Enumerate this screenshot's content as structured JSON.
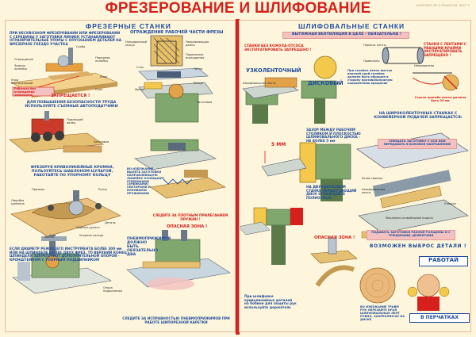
{
  "title": "ФРЕЗЕРОВАНИЕ И ШЛИФОВАНИЕ",
  "corner_text": "КОМПЛЕКТ ИЗ 6 ПЛАКАТОВ. ЛИСТ 5",
  "colors": {
    "red": "#d5201c",
    "blue": "#1e4a9e",
    "background": "#fdf6dc",
    "pink": "#f3c2c0",
    "yellow": "#f4c84a",
    "green": "#7fa76e"
  },
  "left": {
    "heading": "ФРЕЗЕРНЫЕ СТАНКИ",
    "fence_heading": "ОГРАЖДЕНИЕ РАБОЧЕЙ ЧАСТИ ФРЕЗЫ",
    "intro": "ПРИ НЕСКВОЗНОМ ФРЕЗЕРОВАНИИ ИЛИ ФРЕЗЕРОВАНИИ С СЕРЕДИНЫ У ЗАГОТОВКИ ЛИНИЕК УСТАНАВЛИВАЮТ ОГРАНИЧИТЕЛЬНЫЕ УПОРЫ С ОПУСКАНИЕМ ДЕТАЛЕЙ НА ФРЕЗЕРНОЕ ГНЕЗДО УЧАСТКА",
    "label_ogr": "Ограждение",
    "label_skoba": "Скоба",
    "label_zadnyaya": "Задняя линейка",
    "label_perednyaya": "Передняя линейка",
    "label_upor_v": "Упор вертикальный",
    "label_upor": "Упор",
    "label_stol": "Стол",
    "label_ruki": "Работать без ограждения запрещено",
    "fence_label1": "Неподвижный кожух",
    "fence_label2": "Направляющая рамка",
    "fence_label3": "Подвижные ограждения",
    "fence_label4": "Стол",
    "fence_label5": "Петля",
    "fence_label6": "Кожух",
    "fence_label7": "Заготовка",
    "fence_label8": "Фреза",
    "zapreshaetsya1": "ЗАПРЕЩАЕТСЯ !",
    "feeder_text": "ДЛЯ ПОВЫШЕНИЯ БЕЗОПАСНОСТИ ТРУДА ИСПОЛЬЗУЙТЕ СЪЕМНЫЕ АВТОПОДАТЧИКИ",
    "feeder_label1": "Подающий валец",
    "feeder_label2": "Заготовка",
    "curved_text": "ФРЕЗЕРУЯ КРИВОЛИНЕЙНЫЕ КРОМКИ, ПОЛЬЗУЙТЕСЬ ШАБЛОНОМ-ЦУЛАГОЙ, РАБОТАЙТЕ ПО УПОРНОМУ КОЛЬЦУ",
    "curved_label1": "Прижим",
    "curved_label2": "Ручка",
    "curved_label3": "Линейка шаблона",
    "curved_label4": "Деталь",
    "curved_label5": "Шаблон-цулага",
    "curved_label6": "Упорное кольцо",
    "curved_label7": "Фреза",
    "comb_text": "ВО ИЗБЕЖАНИЕ ВЫЛЕТА ЗАГОТОВКИ НАПРАВЛЯЮЩУЮ ЛИНЕЙКУ ОСНАЩАЮТ ГРЕБЕНКАМИ (ЗМЕЙКАМИ) СЕКТОРАМИ И БОКОВЫМИ ПРУЖИНАМИ",
    "spring_text": "СЛЕДИТЕ ЗА ПЛОТНЫМ ПРИЛЕГАНИЕМ ПРУЖИН !",
    "spindle_text": "ЕСЛИ ДИАМЕТР РЕЖУЩЕГО ИНСТРУМЕНТА БОЛЕЕ 300 мм ИЛИ НА ШПИНДЕЛЕ БОЛЕЕ ДВУХ ФРЕЗ, ТО ВЕРХНИЙ КОНЕЦ ШПИНДЕЛЯ ЗАКРЕПЛЯЮТ ДОПОЛНИТЕЛЬНОЙ ОПОРОЙ - КРОНШТЕЙНОМ С УПОРНЫМ ПОДШИПНИКОМ",
    "pneumo_text": "ПНЕВМОПРИЖИМОВ ДОЛЖНО БЫТЬ ОБЯЗАТЕЛЬНО ДВА",
    "danger_zone": "ОПАСНАЯ ЗОНА !",
    "bottom_text": "СЛЕДИТЕ ЗА ИСПРАВНОСТЬЮ ПНЕВМОПРИЖИМОВ ПРИ РАБОТЕ ШИПОРЕЗНОЙ КАРЕТКИ",
    "support_label": "Опора подшипника"
  },
  "right": {
    "heading": "ШЛИФОВАЛЬНЫЕ СТАНКИ",
    "vent": "ВЫТЯЖНАЯ ВЕНТИЛЯЦИЯ В ЦЕХЕ - ОБЯЗАТЕЛЬНА !",
    "no_hood": "СТАНКИ БЕЗ КОЖУХА-ОТСОСА ЭКСПЛУАТИРОВАТЬ ЗАПРЕЩЕНО !",
    "narrow_belt": "УЗКОЛЕНТОЧНЫЙ",
    "disc": "ДИСКОВЫЙ",
    "label_belt": "Шлифовальная лента",
    "label_table": "Стол",
    "belt_join": "При склейке ленты выступ верхней край склейки должен быть обращен в сторону противоположную направлению вращения",
    "label_perekos": "Перекос ленты",
    "label_pravilno": "Правильно",
    "label_nepravilno": "Неправильно",
    "frayed": "СТАНКИ С ЛЕНТАМИ С РВАНЫМИ КРАЯМИ ЭКСПЛУАТИРОВАТЬ ЗАПРЕЩЕНО !",
    "direction": "Стрела прогиба ленты должна быть 20 мм",
    "gap_text": "ЗАЗОР МЕЖДУ РАБОЧИМ СТОЛИКОМ И ПЛОСКОСТЬЮ ШЛИФОВАЛЬНОГО ДИСКА - НЕ БОЛЕЕ 5 мм",
    "gap_size": "5 ММ",
    "double_disc": "НА ДВУХДИСКОВОМ СТАНКЕ НЕРАБОТАЮЩИЙ ДИСК ОГРАЖДАЙТЕ ПОЛНОСТЬЮ",
    "conveyor_heading": "НА ШИРОКОЛЕНТОЧНЫХ СТАНКАХ С КОНВЕЙЕРНОЙ ПОДАЧЕЙ ЗАПРЕЩАЕТСЯ:",
    "conveyor1": "СМЕЩАТЬ ЗАГОТОВКУ С ОСИ ИЛИ ПЕРЕДАВАТЬ В БОКОВОЕ НАПРАВЛЕНИЕ",
    "conveyor2": "ПОДАВАТЬ ЗАГОТОВКИ РАЗНОЙ ТОЛЩИНЫ И С ТРЕЩИНАМИ, ДЕФЕКТАМИ",
    "label_roller": "Ролик (валик)",
    "label_wide_belt": "Шлифовальная лента",
    "label_clamp": "Утюжок",
    "label_conveyor": "Механизм конвейерной подачи",
    "possible_eject": "ВОЗМОЖЕН ВЫБРОС ДЕТАЛИ !",
    "curve_grind": "При шлифовке криволинейных деталей на бобине для защиты рук используйте держатель",
    "gloves_work": "РАБОТАЙ",
    "gloves": "В ПЕРЧАТКАХ",
    "dust_text": "ВО ИЗБЕЖАНИЕ ТРАВМ РУК ОБРЕЗАЙТЕ КРАЯ ШЛИФОВАЛЬНЫХ ЛЕНТ РОВНО, ЗАКРЕПЛЯЯ ИХ НА ДИСКЕ",
    "danger_zone": "ОПАСНАЯ ЗОНА !"
  }
}
